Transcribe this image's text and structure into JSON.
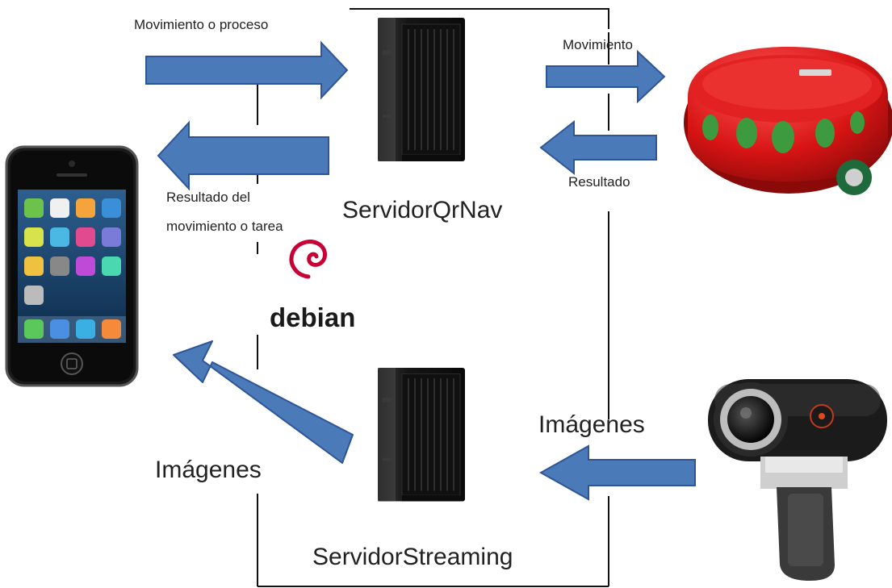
{
  "labels": {
    "top_left_arrow": "Movimiento o proceso",
    "return_left_arrow_line1": "Resultado del",
    "return_left_arrow_line2": "movimiento o tarea",
    "top_right_arrow": "Movimiento",
    "return_right_arrow": "Resultado",
    "server_top": "ServidorQrNav",
    "server_bottom": "ServidorStreaming",
    "images_left": "Imágenes",
    "images_right": "Imágenes",
    "os_logo": "debian"
  },
  "colors": {
    "arrow_fill": "#4a7ab8",
    "arrow_stroke": "#2f5597",
    "robot_body": "#d81414",
    "robot_sensor": "#3e9a3e",
    "server_body": "#1c1c1c",
    "debian_swirl": "#c70036"
  },
  "icons": {
    "phone": "smartphone-icon",
    "server_top": "server-tower-icon",
    "server_bottom": "server-tower-icon",
    "robot": "mobile-robot-icon",
    "camera": "webcam-icon",
    "os": "debian-logo-icon"
  }
}
